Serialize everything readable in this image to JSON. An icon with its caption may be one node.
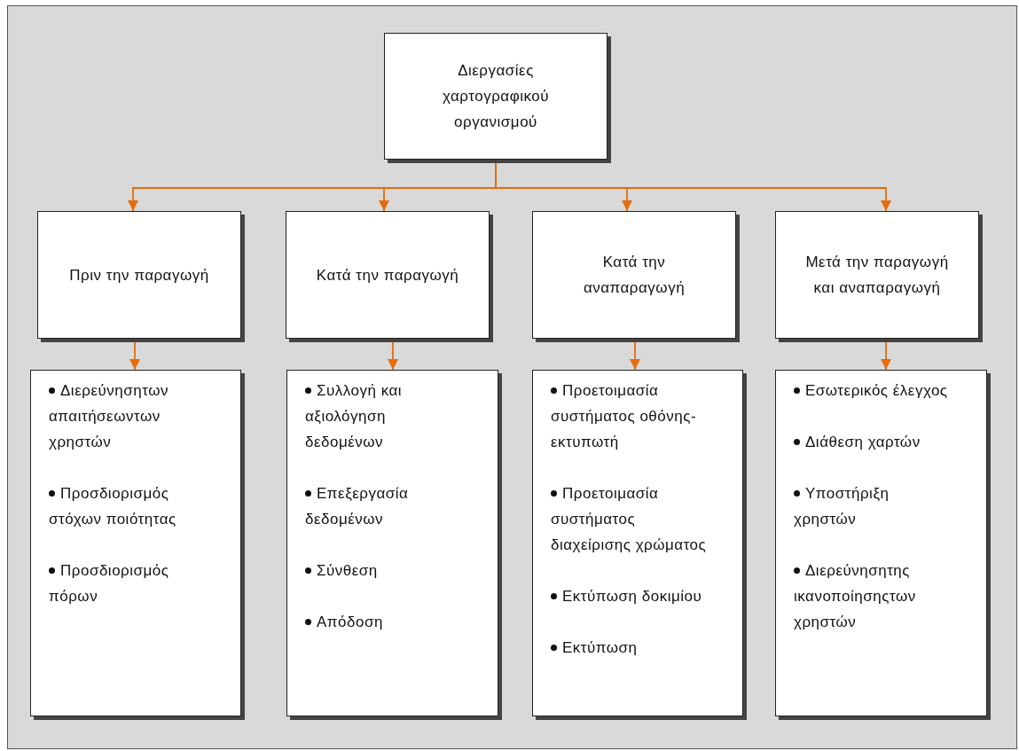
{
  "diagram": {
    "nodes": [
      {
        "text": [
          "Διεργασίες χαρτογραφικού οργανισμού"
        ]
      },
      {
        "text": [
          "Πριν την παραγωγή"
        ]
      },
      {
        "text": [
          "Κατά την παραγωγή"
        ]
      },
      {
        "text": [
          "Κατά την αναπαραγωγή"
        ]
      },
      {
        "text": [
          "Μετά την παραγωγή και αναπαραγωγή"
        ]
      },
      {
        "text": [
          "Διερεύνησητων απαιτήσεωντων χρηστών",
          "Προσδιορισμός στόχων ποιότητας",
          "Προσδιορισμός πόρων"
        ]
      },
      {
        "text": [
          "Συλλογή και αξιολόγηση δεδομένων",
          "Επεξεργασία δεδομένων",
          "Σύνθεση",
          "Απόδοση"
        ]
      },
      {
        "text": [
          "Προετοιμασία συστήματος οθόνης-εκτυπωτή",
          "Προετοιμασία συστήματος διαχείρισης χρώματος",
          "Εκτύπωση δοκιμίου",
          "Εκτύπωση"
        ]
      },
      {
        "text": [
          "Εσωτερικός έλεγχος",
          "Διάθεση χαρτών",
          "Υποστήριξη χρηστών",
          "Διερεύνησητης ικανοποίησηςτων χρηστών"
        ]
      }
    ],
    "edges": [
      {
        "from": 0,
        "to": 1,
        "arrow": "to"
      },
      {
        "from": 0,
        "to": 2,
        "arrow": "to"
      },
      {
        "from": 0,
        "to": 3,
        "arrow": "to"
      },
      {
        "from": 0,
        "to": 4,
        "arrow": "to"
      },
      {
        "from": 1,
        "to": 5,
        "arrow": "to"
      },
      {
        "from": 2,
        "to": 6,
        "arrow": "to"
      },
      {
        "from": 3,
        "to": 7,
        "arrow": "to"
      },
      {
        "from": 4,
        "to": 8,
        "arrow": "to"
      }
    ]
  }
}
